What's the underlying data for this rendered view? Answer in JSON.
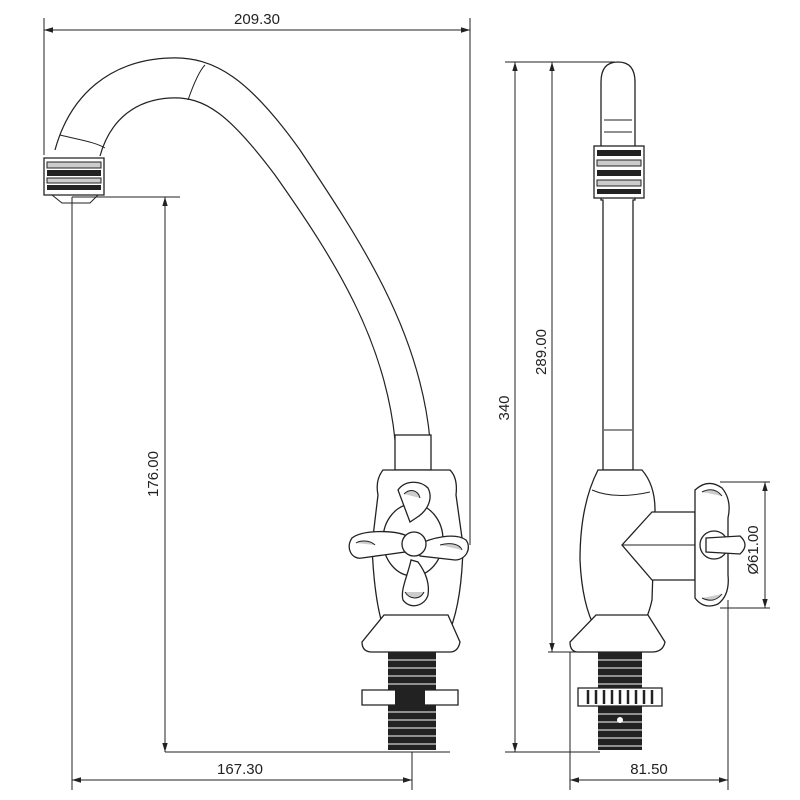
{
  "drawing": {
    "dimensions": {
      "overall_reach": "209.30",
      "spout_outlet_height": "176.00",
      "base_to_outlet_horizontal": "167.30",
      "overall_height": "340",
      "body_height": "289.00",
      "handle_diameter": "Ø61.00",
      "side_depth": "81.50"
    },
    "line_color": "#222222",
    "background": "#ffffff"
  }
}
